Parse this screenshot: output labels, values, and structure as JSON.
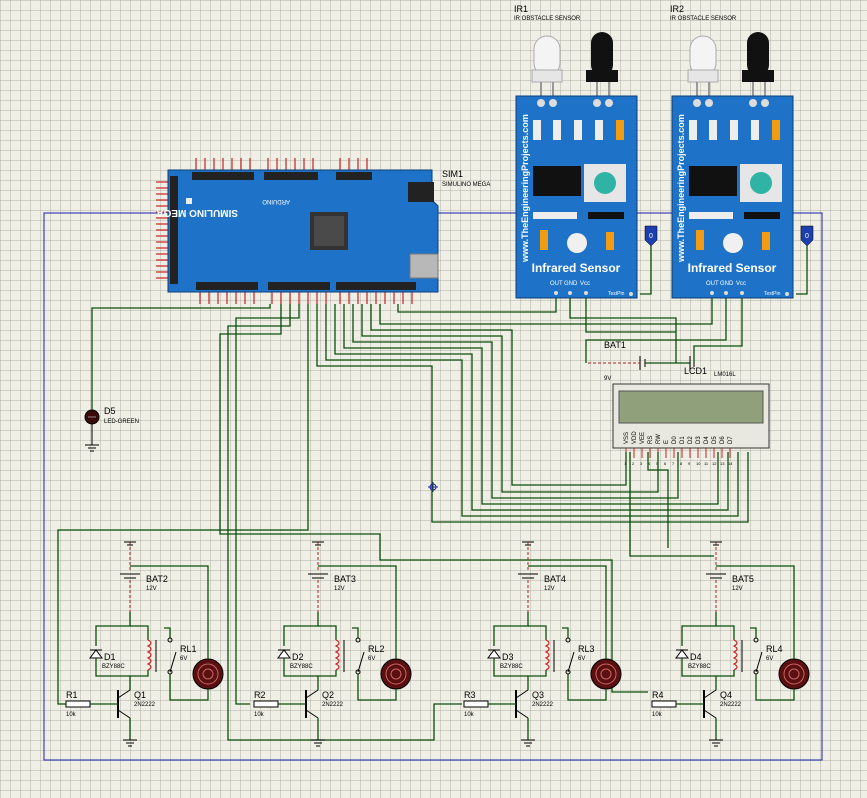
{
  "sim1": {
    "ref": "SIM1",
    "value": "SIMULINO MEGA",
    "board_text": "SIMULINO MEGA",
    "brand": "ARDUINO"
  },
  "ir1": {
    "ref": "IR1",
    "value": "IR OBSTACLE SENSOR",
    "website": "www.TheEngineeringProjects.com",
    "label": "Infrared Sensor",
    "pins": [
      "OUT",
      "GND",
      "Vcc"
    ],
    "testpin": "TestPin"
  },
  "ir2": {
    "ref": "IR2",
    "value": "IR OBSTACLE SENSOR",
    "website": "www.TheEngineeringProjects.com",
    "label": "Infrared Sensor",
    "pins": [
      "OUT",
      "GND",
      "Vcc"
    ],
    "testpin": "TestPin"
  },
  "bat1": {
    "ref": "BAT1",
    "value": "9V"
  },
  "lcd1": {
    "ref": "LCD1",
    "value": "LM016L",
    "pins": [
      "VSS",
      "VDD",
      "VEE",
      "RS",
      "RW",
      "E",
      "D0",
      "D1",
      "D2",
      "D3",
      "D4",
      "D5",
      "D6",
      "D7"
    ],
    "pin_numbers": [
      "1",
      "2",
      "3",
      "4",
      "5",
      "6",
      "7",
      "8",
      "9",
      "10",
      "11",
      "12",
      "13",
      "14"
    ]
  },
  "d5": {
    "ref": "D5",
    "value": "LED-GREEN"
  },
  "stages": [
    {
      "bat": "BAT2",
      "bat_v": "12V",
      "diode": "D1",
      "diode_v": "BZY88C",
      "relay": "RL1",
      "relay_v": "6V",
      "tr": "Q1",
      "tr_v": "2N2222",
      "res": "R1",
      "res_v": "10k"
    },
    {
      "bat": "BAT3",
      "bat_v": "12V",
      "diode": "D2",
      "diode_v": "BZY88C",
      "relay": "RL2",
      "relay_v": "6V",
      "tr": "Q2",
      "tr_v": "2N2222",
      "res": "R2",
      "res_v": "10k"
    },
    {
      "bat": "BAT4",
      "bat_v": "12V",
      "diode": "D3",
      "diode_v": "BZY88C",
      "relay": "RL3",
      "relay_v": "6V",
      "tr": "Q3",
      "tr_v": "2N2222",
      "res": "R3",
      "res_v": "10k"
    },
    {
      "bat": "BAT5",
      "bat_v": "12V",
      "diode": "D4",
      "diode_v": "BZY88C",
      "relay": "RL4",
      "relay_v": "6V",
      "tr": "Q4",
      "tr_v": "2N2222",
      "res": "R4",
      "res_v": "10k"
    }
  ],
  "colors": {
    "board": "#1e73c8",
    "wire": "#0b4f0b",
    "frame": "#1c1cb0",
    "lcd_screen": "#8fa07a"
  }
}
